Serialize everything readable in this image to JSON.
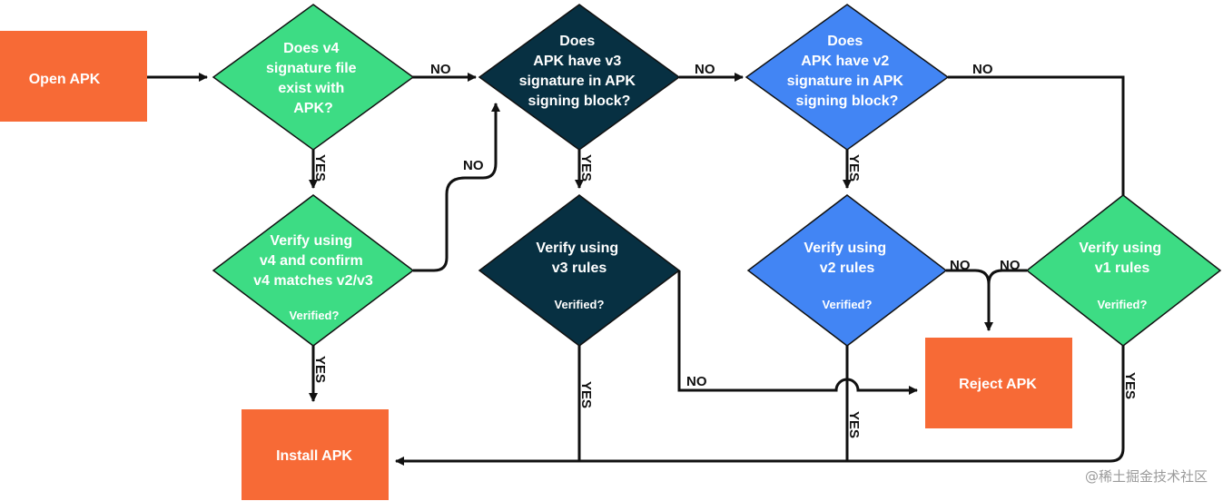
{
  "colors": {
    "orange": "#F76A36",
    "green": "#3DDC84",
    "dark": "#073042",
    "blue": "#4285F4",
    "line": "#111111"
  },
  "nodes": {
    "open_apk": "Open APK",
    "install_apk": "Install APK",
    "reject_apk": "Reject APK",
    "q_v4": [
      "Does v4",
      "signature file",
      "exist with",
      "APK?"
    ],
    "q_v3": [
      "Does",
      "APK have v3",
      "signature in APK",
      "signing block?"
    ],
    "q_v2": [
      "Does",
      "APK have v2",
      "signature in APK",
      "signing block?"
    ],
    "verify_v4": [
      "Verify using",
      "v4 and confirm",
      "v4 matches v2/v3"
    ],
    "verify_v4_sub": "Verified?",
    "verify_v3": [
      "Verify using",
      "v3 rules"
    ],
    "verify_v3_sub": "Verified?",
    "verify_v2": [
      "Verify using",
      "v2 rules"
    ],
    "verify_v2_sub": "Verified?",
    "verify_v1": [
      "Verify using",
      "v1 rules"
    ],
    "verify_v1_sub": "Verified?"
  },
  "edge_labels": {
    "yes": "YES",
    "no": "NO"
  },
  "watermark": "@稀土掘金技术社区"
}
